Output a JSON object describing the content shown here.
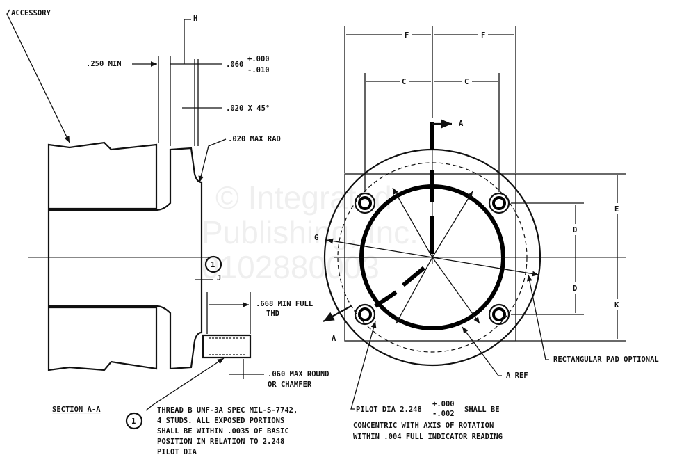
{
  "watermark": [
    "© Integrated",
    "Publishing, Inc.",
    "0102880003"
  ],
  "section_view": {
    "accessory_label": "ACCESSORY",
    "h_label": "H",
    "min_250": ".250 MIN",
    "dim_060": ".060",
    "tol_plus": "+.000",
    "tol_minus": "-.010",
    "chamfer_020": ".020 X 45°",
    "max_rad": ".020 MAX RAD",
    "note_ref": "1",
    "j_label": "J",
    "thread_line1": ".668 MIN FULL",
    "thread_line2": "THD",
    "round_line1": ".060 MAX ROUND",
    "round_line2": "OR CHAMFER",
    "section_title": "SECTION A-A"
  },
  "note1": {
    "number": "1",
    "lines": [
      "THREAD B UNF-3A SPEC MIL-S-7742,",
      "4 STUDS.  ALL EXPOSED PORTIONS",
      "SHALL BE WITHIN .0035 OF BASIC",
      "POSITION IN RELATION TO 2.248",
      "PILOT DIA"
    ]
  },
  "front_view": {
    "f_left": "F",
    "f_right": "F",
    "c_left": "C",
    "c_right": "C",
    "section_arrow_top": "A",
    "section_arrow_bottom": "A",
    "g_label": "G",
    "e_label": "E",
    "d_top": "D",
    "d_bottom": "D",
    "k_label": "K",
    "pad_label": "RECTANGULAR PAD OPTIONAL",
    "a_ref": "A REF"
  },
  "pilot_note": {
    "line1_prefix": "PILOT DIA 2.248",
    "tol_plus": "+.000",
    "tol_minus": "-.002",
    "line1_suffix": "SHALL BE",
    "line2": "CONCENTRIC WITH AXIS OF ROTATION",
    "line3": "WITHIN .004 FULL INDICATOR READING"
  }
}
